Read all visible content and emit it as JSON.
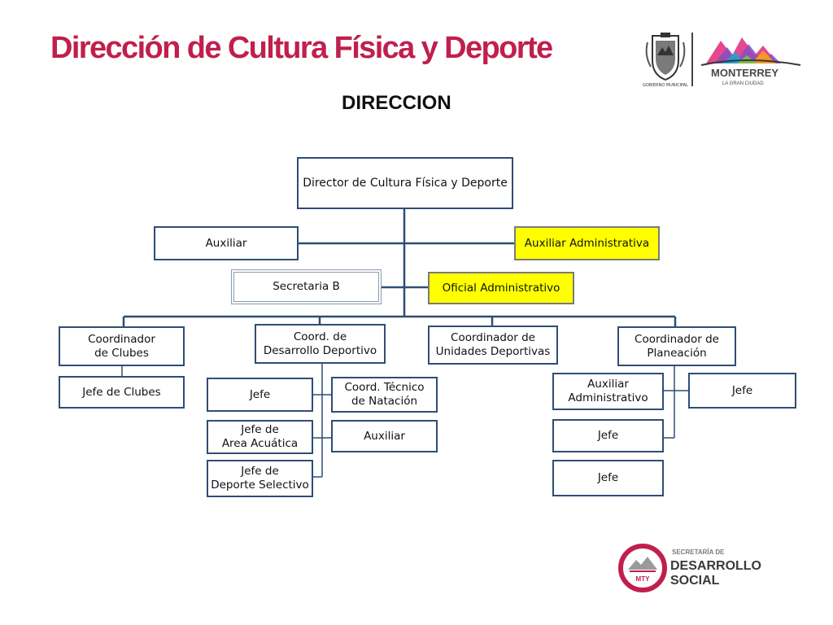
{
  "title": "Dirección de Cultura Física y Deporte",
  "subtitle": "DIRECCION",
  "colors": {
    "title": "#c01f4e",
    "box_border": "#2f4d75",
    "highlight": "#ffff00"
  },
  "nodes": {
    "director": "Director de Cultura Física y Deporte",
    "auxiliar": "Auxiliar",
    "aux_admin": "Auxiliar Administrativa",
    "secretaria": "Secretaria B",
    "oficial": "Oficial Administrativo",
    "coord_clubes": "Coordinador\nde Clubes",
    "coord_desarrollo": "Coord. de\nDesarrollo Deportivo",
    "coord_unidades": "Coordinador de\nUnidades Deportivas",
    "coord_planeacion": "Coordinador de\nPlaneación",
    "jefe_clubes": "Jefe de Clubes",
    "jefe_dd": "Jefe",
    "jefe_acuatica": "Jefe de\nArea Acuática",
    "jefe_selectivo": "Jefe de\nDeporte Selectivo",
    "coord_natacion": "Coord. Técnico\nde Natación",
    "auxiliar_dd": "Auxiliar",
    "aux_administrativo": "Auxiliar\nAdministrativo",
    "jefe_plan_right": "Jefe",
    "jefe_plan_1": "Jefe",
    "jefe_plan_2": "Jefe"
  },
  "logos": {
    "top_left_icon": "municipal-shield-icon",
    "top_brand": "MONTERREY",
    "top_tagline": "LA GRAN CIUDAD",
    "top_seal_caption": "GOBIERNO MUNICIPAL",
    "bottom_line1": "SECRETARÍA DE",
    "bottom_line2": "DESARROLLO",
    "bottom_line3": "SOCIAL",
    "bottom_badge": "MTY"
  }
}
